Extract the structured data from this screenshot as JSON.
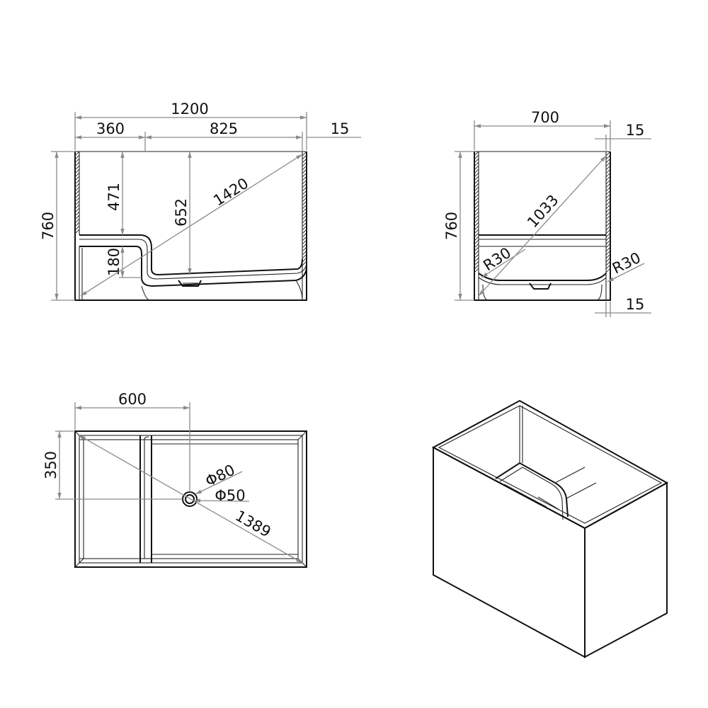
{
  "front_view": {
    "overall_width": "1200",
    "left_section": "360",
    "right_section": "825",
    "wall": "15",
    "height": "760",
    "shelf_depth": "471",
    "step_height": "180",
    "basin_depth": "652",
    "diagonal": "1420"
  },
  "side_view": {
    "width": "700",
    "wall_top": "15",
    "height": "760",
    "diagonal": "1033",
    "radius_left": "R30",
    "radius_right": "R30",
    "wall_bottom": "15"
  },
  "top_view": {
    "drain_offset_x": "600",
    "drain_offset_y": "350",
    "outer_diameter": "Φ80",
    "inner_diameter": "Φ50",
    "diagonal": "1389"
  },
  "colors": {
    "outline": "#111111",
    "dimension": "#8a8a8a"
  }
}
